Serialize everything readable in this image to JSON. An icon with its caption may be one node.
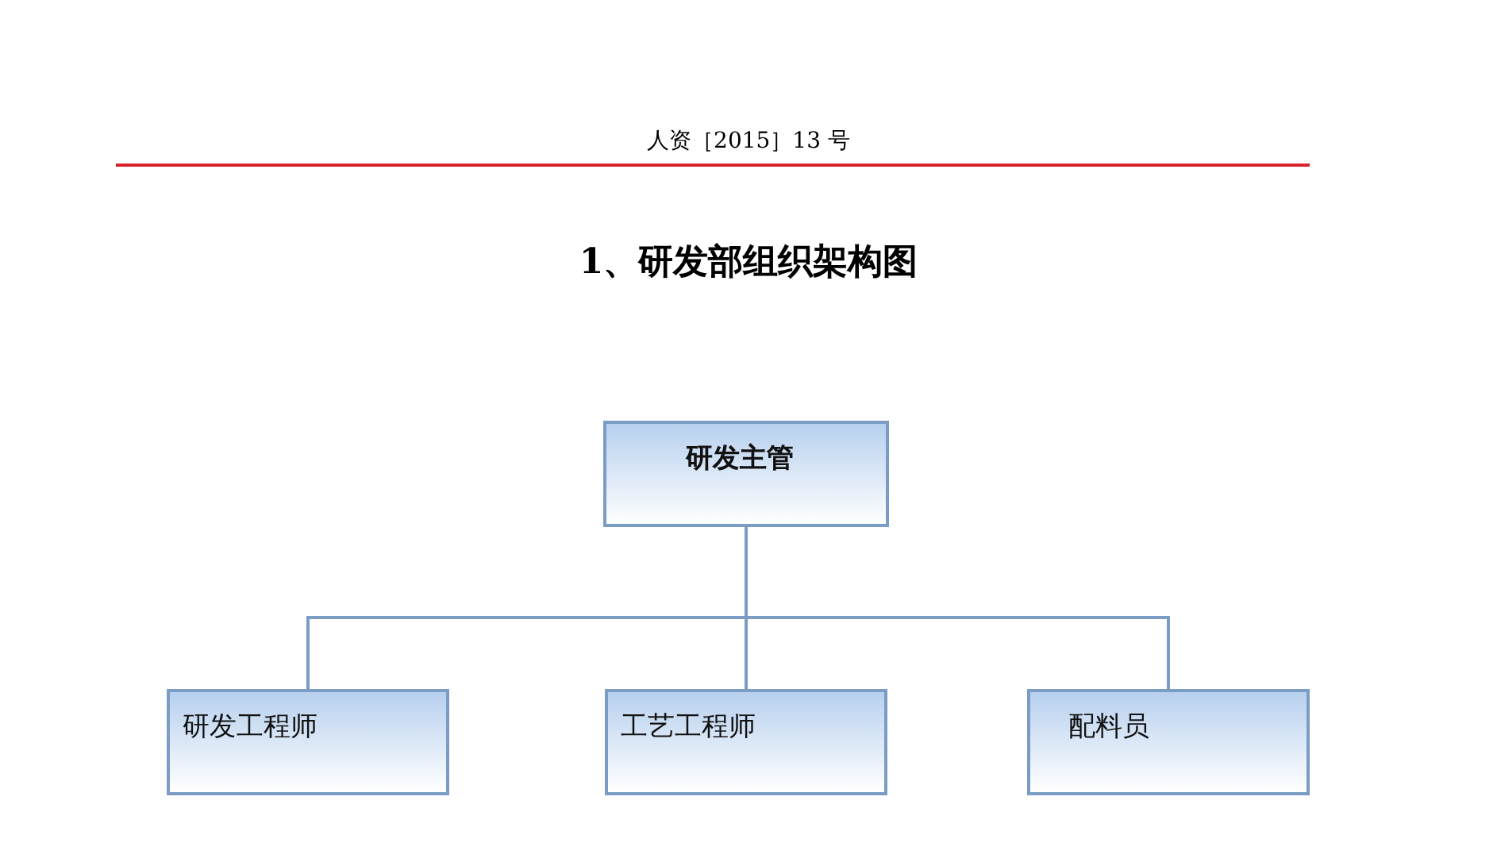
{
  "diagram": {
    "title": "1、研发部组织架构图",
    "nodes": [
      {
        "text": [
          "研发主管"
        ]
      },
      {
        "text": [
          "研发工程师"
        ]
      },
      {
        "text": [
          "工艺工程师"
        ]
      },
      {
        "text": [
          "配料员"
        ]
      }
    ],
    "edges": [
      {
        "from": 0,
        "to": 1,
        "arrow": "none"
      },
      {
        "from": 0,
        "to": 2,
        "arrow": "none"
      },
      {
        "from": 0,
        "to": 3,
        "arrow": "none"
      }
    ],
    "labels": [
      "人资［2015］13 号"
    ]
  }
}
